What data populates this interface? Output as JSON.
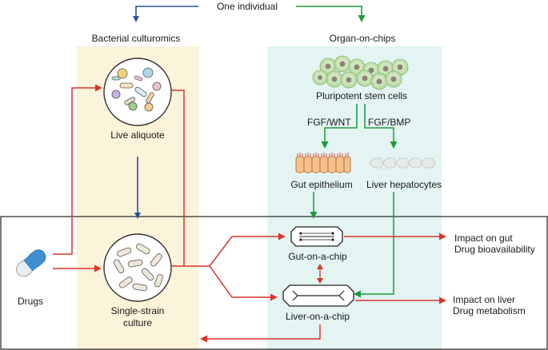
{
  "top_label": "One individual",
  "left_column": {
    "title": "Bacterial culturomics",
    "aliquote_label": "Live aliquote",
    "single_strain_line1": "Single-strain",
    "single_strain_line2": "culture"
  },
  "right_column": {
    "title": "Organ-on-chips",
    "stem_cells_label": "Pluripotent stem cells",
    "signal_left": "FGF/WNT",
    "signal_right": "FGF/BMP",
    "gut_epithelium_label": "Gut epithelium",
    "liver_hepatocytes_label": "Liver hepatocytes",
    "gut_chip_label": "Gut-on-a-chip",
    "liver_chip_label": "Liver-on-a-chip"
  },
  "drugs_label": "Drugs",
  "outputs": {
    "gut_line1": "Impact on gut",
    "gut_line2": "Drug bioavailability",
    "liver_line1": "Impact on liver",
    "liver_line2": "Drug metabolism"
  },
  "colors": {
    "blue_arrow": "#2e4ea3",
    "green_arrow": "#1f9a3a",
    "red_arrow": "#d9342b",
    "left_panel": "#fbf3da",
    "right_panel": "#e3f4f3"
  }
}
